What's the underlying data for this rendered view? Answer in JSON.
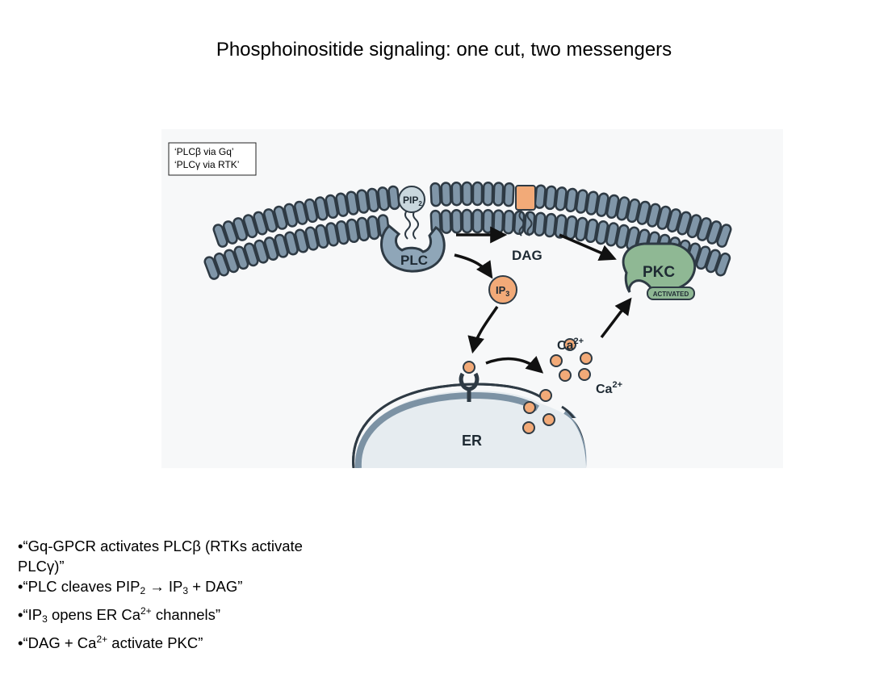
{
  "title": "Phosphoinositide signaling: one cut, two messengers",
  "legend": {
    "line1": "‘PLCβ via Gq’",
    "line2": "‘PLCγ via RTK’"
  },
  "labels": {
    "pip2": "PIP",
    "pip2_sub": "2",
    "plc": "PLC",
    "dag": "DAG",
    "ip3": "IP",
    "ip3_sub": "3",
    "pkc": "PKC",
    "activated": "ACTIVATED",
    "ca_top": "Ca",
    "ca_top_sup": "2+",
    "ca_right": "Ca",
    "ca_right_sup": "2+",
    "er": "ER"
  },
  "colors": {
    "membrane_head": "#8096a8",
    "membrane_stroke": "#2e3a44",
    "plc": "#8fa6b8",
    "pip2": "#c9d7de",
    "orange": "#f2aa78",
    "pkc": "#8fb894",
    "er_fill": "#e6ecf0",
    "er_edge": "#7c92a4"
  },
  "bullets": [
    {
      "prefix": "•“Gq-GPCR activates PLCβ (RTKs activate PLCγ)”"
    },
    {
      "a": "•“PLC cleaves PIP",
      "sub": "2",
      "b": " → IP",
      "sub2": "3",
      "c": " + DAG”"
    },
    {
      "a": "•“IP",
      "sub": "3",
      "b": " opens ER Ca",
      "sup": "2+",
      "c": " channels”"
    },
    {
      "a": "•“DAG + Ca",
      "sup": "2+",
      "b": " activate PKC”"
    }
  ]
}
